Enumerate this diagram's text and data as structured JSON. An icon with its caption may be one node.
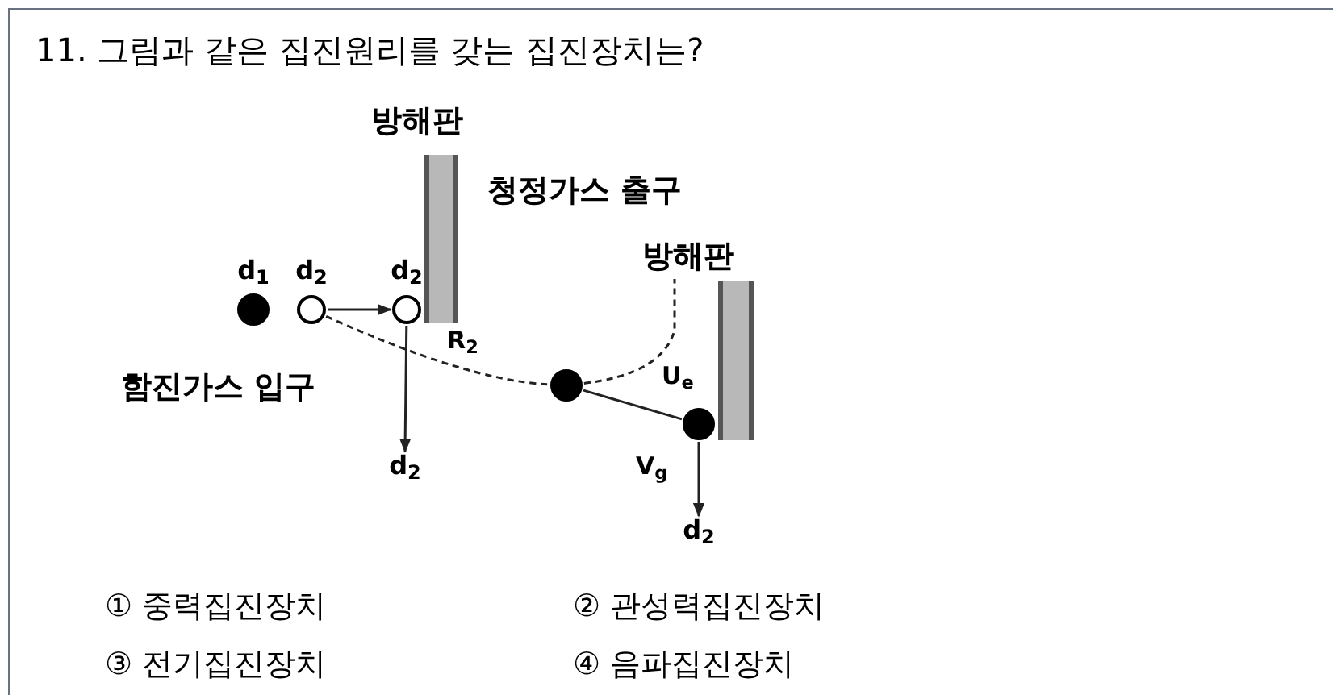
{
  "diagram": {
    "title": "11. 그림과 같은 집진원리를 갖는 집진장치는?",
    "nodes": [
      {
        "text": [
          "d$_{1}$"
        ]
      },
      {
        "text": [
          "d$_{2}$"
        ]
      },
      {
        "text": [
          "d$_{2}$"
        ]
      },
      {
        "text": [],
        "shape": "circle"
      },
      {
        "text": [],
        "shape": "circle"
      },
      {
        "text": [
          "d$_{2}$"
        ]
      },
      {
        "text": [
          "d$_{2}$"
        ]
      },
      {
        "text": [
          "방해판"
        ]
      },
      {
        "text": [
          "방해판"
        ]
      }
    ],
    "edges": [
      {
        "from": 1,
        "to": 2,
        "arrow": "to"
      },
      {
        "from": 2,
        "to": 5,
        "arrow": "to"
      },
      {
        "from": 1,
        "to": 3,
        "arrow": "none",
        "style": "dashed"
      },
      {
        "from": 3,
        "to": 8,
        "arrow": "none",
        "style": "dashed"
      },
      {
        "from": 3,
        "to": 4,
        "arrow": "none"
      },
      {
        "from": 4,
        "to": 6,
        "arrow": "to"
      }
    ],
    "labels": [
      "청정가스 출구",
      "R$_{2}$",
      "함진가스 입구",
      "U$_{e}$",
      "V$_{g}$",
      "① 중력집진장치",
      "② 관성력집진장치",
      "③ 전기집진장치",
      "④ 음파집진장치"
    ]
  }
}
